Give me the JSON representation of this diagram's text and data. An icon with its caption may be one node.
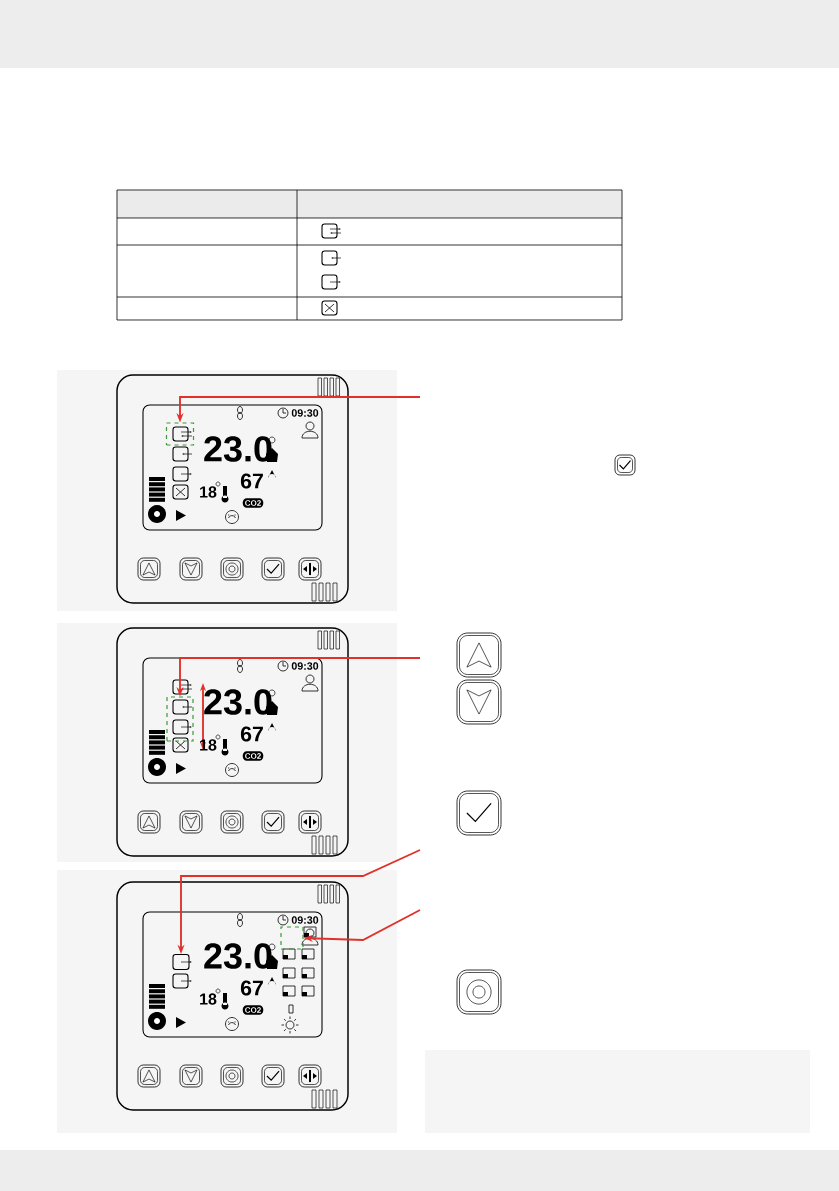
{
  "diagram": {
    "nodes": [
      {
        "text": [],
        "shape": "box"
      },
      {
        "text": [],
        "shape": "box"
      },
      {
        "text": [],
        "shape": "box"
      },
      {
        "text": [],
        "shape": "box"
      }
    ],
    "edges": [
      {
        "from": null,
        "to": 0,
        "arrow": "to"
      },
      {
        "from": null,
        "to": 1,
        "arrow": "to"
      },
      {
        "from": null,
        "to": 2,
        "arrow": "to"
      },
      {
        "from": null,
        "to": 3,
        "arrow": "to"
      }
    ],
    "labels": [
      "09:30",
      "23.0",
      "67",
      "18",
      "CO2",
      "09:30",
      "23.0",
      "67",
      "18",
      "CO2",
      "09:30",
      "23.0",
      "67",
      "18",
      "CO2"
    ]
  }
}
